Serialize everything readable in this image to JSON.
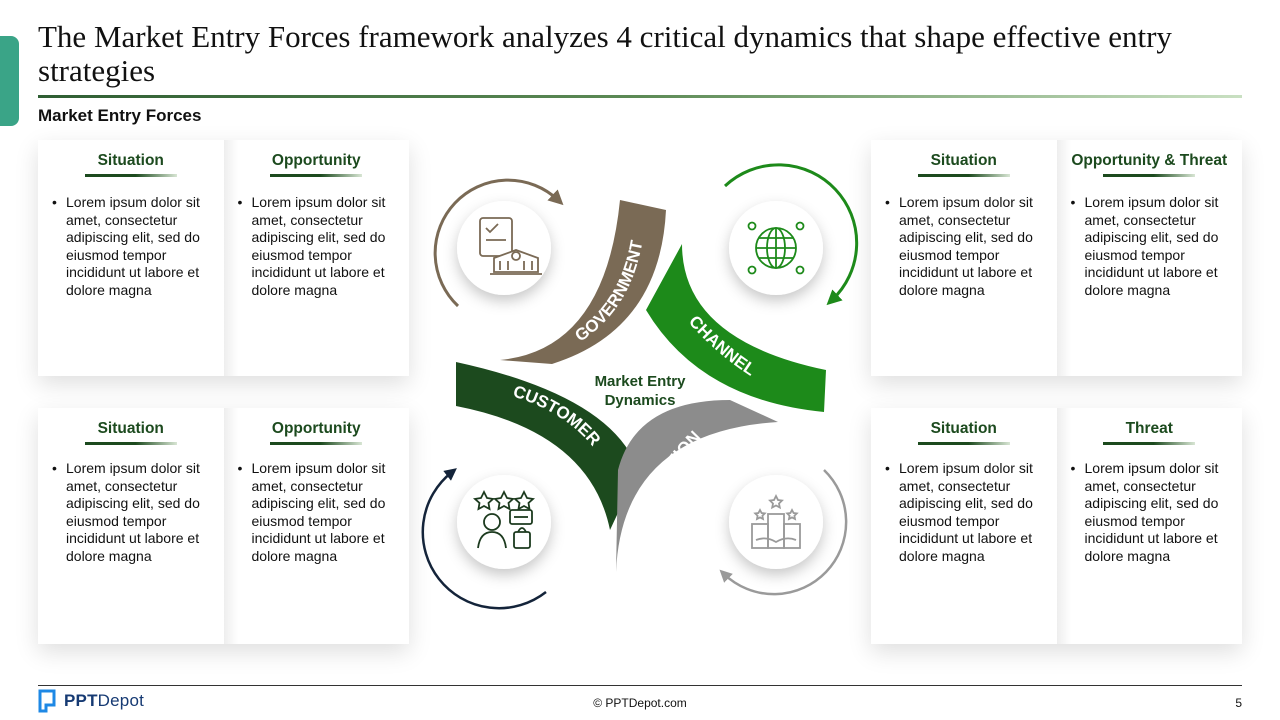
{
  "title": "The Market Entry Forces framework analyzes 4 critical dynamics that shape effective entry strategies",
  "subtitle": "Market Entry Forces",
  "colors": {
    "accent_tab": "#3aa487",
    "government": "#7a6a55",
    "channel": "#1d8a1a",
    "customer": "#1c4a1e",
    "competition": "#8c8c8c",
    "heading_text": "#1c4a1e"
  },
  "panels": {
    "top_left": {
      "columns": [
        {
          "heading": "Situation",
          "bullets": [
            "Lorem ipsum dolor sit amet, consectetur adipiscing elit, sed do eiusmod tempor incididunt ut labore et dolore magna"
          ]
        },
        {
          "heading": "Opportunity",
          "bullets": [
            "Lorem ipsum dolor sit amet, consectetur adipiscing elit, sed do eiusmod tempor incididunt ut labore et dolore magna"
          ]
        }
      ]
    },
    "top_right": {
      "columns": [
        {
          "heading": "Situation",
          "bullets": [
            "Lorem ipsum dolor sit amet, consectetur adipiscing elit, sed do eiusmod tempor incididunt ut labore et dolore magna"
          ]
        },
        {
          "heading": "Opportunity & Threat",
          "bullets": [
            "Lorem ipsum dolor sit amet, consectetur adipiscing elit, sed do eiusmod tempor incididunt ut labore et dolore magna"
          ]
        }
      ]
    },
    "bottom_left": {
      "columns": [
        {
          "heading": "Situation",
          "bullets": [
            "Lorem ipsum dolor sit amet, consectetur adipiscing elit, sed do eiusmod tempor incididunt ut labore et dolore magna"
          ]
        },
        {
          "heading": "Opportunity",
          "bullets": [
            "Lorem ipsum dolor sit amet, consectetur adipiscing elit, sed do eiusmod tempor incididunt ut labore et dolore magna"
          ]
        }
      ]
    },
    "bottom_right": {
      "columns": [
        {
          "heading": "Situation",
          "bullets": [
            "Lorem ipsum dolor sit amet, consectetur adipiscing elit, sed do eiusmod tempor incididunt ut labore et dolore magna"
          ]
        },
        {
          "heading": "Threat",
          "bullets": [
            "Lorem ipsum dolor sit amet, consectetur adipiscing elit, sed do eiusmod tempor incididunt ut labore et dolore magna"
          ]
        }
      ]
    }
  },
  "diagram": {
    "center_label_line1": "Market Entry",
    "center_label_line2": "Dynamics",
    "segments": {
      "government": "GOVERNMENT",
      "channel": "CHANNEL",
      "customer": "CUSTOMER",
      "competition": "COMPETITION"
    },
    "icons": {
      "government": "government-building-document-icon",
      "channel": "globe-network-icon",
      "customer": "customer-rating-shopping-icon",
      "competition": "competition-podium-handshake-icon"
    }
  },
  "footer": {
    "logo_bold": "PPT",
    "logo_light": "Depot",
    "copyright": "© PPTDepot.com",
    "page_number": "5"
  }
}
